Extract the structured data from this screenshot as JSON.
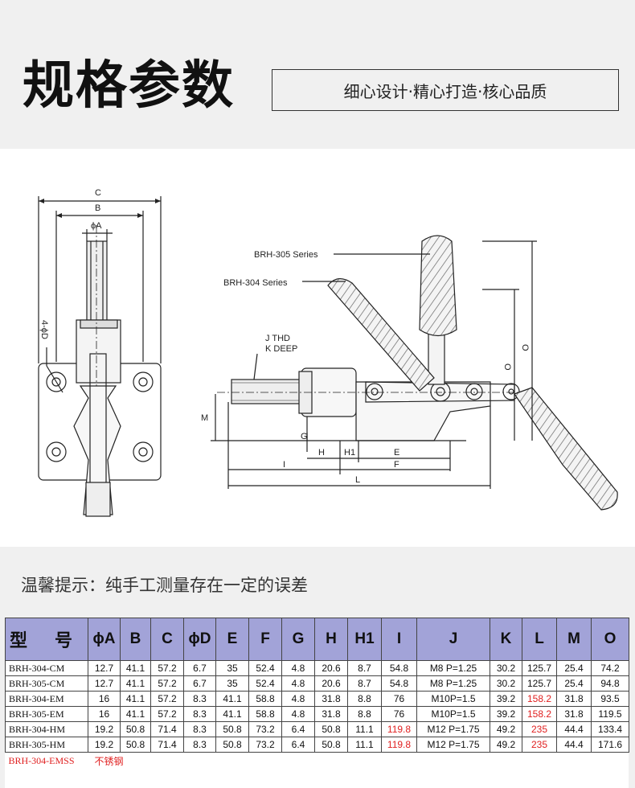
{
  "header": {
    "title": "规格参数",
    "slogan": "细心设计·精心打造·核心品质"
  },
  "diagram": {
    "labels": {
      "C": "C",
      "B": "B",
      "phiA": "ϕA",
      "phiD": "4-ϕD",
      "series305": "BRH-305 Series",
      "series304": "BRH-304 Series",
      "thd": "J  THD",
      "deep": "K DEEP",
      "M": "M",
      "G": "G",
      "H": "H",
      "H1": "H1",
      "E": "E",
      "I": "I",
      "F": "F",
      "L": "L",
      "O1": "O",
      "O2": "O"
    }
  },
  "note": "温馨提示：纯手工测量存在一定的误差",
  "table": {
    "headers": [
      "型 号",
      "ϕA",
      "B",
      "C",
      "ϕD",
      "E",
      "F",
      "G",
      "H",
      "H1",
      "I",
      "J",
      "K",
      "L",
      "M",
      "O"
    ],
    "rows": [
      [
        "BRH-304-CM",
        "12.7",
        "41.1",
        "57.2",
        "6.7",
        "35",
        "52.4",
        "4.8",
        "20.6",
        "8.7",
        "54.8",
        "M8 P=1.25",
        "30.2",
        "125.7",
        "25.4",
        "74.2"
      ],
      [
        "BRH-305-CM",
        "12.7",
        "41.1",
        "57.2",
        "6.7",
        "35",
        "52.4",
        "4.8",
        "20.6",
        "8.7",
        "54.8",
        "M8 P=1.25",
        "30.2",
        "125.7",
        "25.4",
        "94.8"
      ],
      [
        "BRH-304-EM",
        "16",
        "41.1",
        "57.2",
        "8.3",
        "41.1",
        "58.8",
        "4.8",
        "31.8",
        "8.8",
        "76",
        "M10P=1.5",
        "39.2",
        "158.2",
        "31.8",
        "93.5"
      ],
      [
        "BRH-305-EM",
        "16",
        "41.1",
        "57.2",
        "8.3",
        "41.1",
        "58.8",
        "4.8",
        "31.8",
        "8.8",
        "76",
        "M10P=1.5",
        "39.2",
        "158.2",
        "31.8",
        "119.5"
      ],
      [
        "BRH-304-HM",
        "19.2",
        "50.8",
        "71.4",
        "8.3",
        "50.8",
        "73.2",
        "6.4",
        "50.8",
        "11.1",
        "119.8",
        "M12 P=1.75",
        "49.2",
        "235",
        "44.4",
        "133.4"
      ],
      [
        "BRH-305-HM",
        "19.2",
        "50.8",
        "71.4",
        "8.3",
        "50.8",
        "73.2",
        "6.4",
        "50.8",
        "11.1",
        "119.8",
        "M12 P=1.75",
        "49.2",
        "235",
        "44.4",
        "171.6"
      ]
    ],
    "emss": {
      "model": "BRH-304-EMSS",
      "note": "不锈钢"
    },
    "highlight_color": "#e02020",
    "header_color": "#a2a3d8"
  }
}
